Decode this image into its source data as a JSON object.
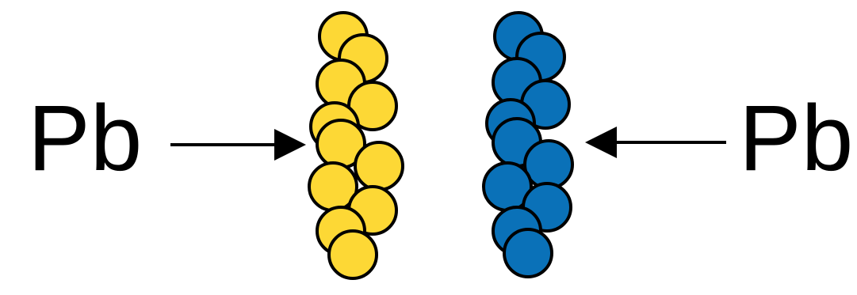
{
  "labels": {
    "left": "Pb",
    "right": "Pb"
  },
  "colors": {
    "left_cluster": "#FDD835",
    "right_cluster": "#0A71B8",
    "outline": "#000000",
    "arrow": "#000000"
  },
  "clusters": {
    "left_name": "yellow-atom-chain",
    "right_name": "blue-atom-chain"
  }
}
